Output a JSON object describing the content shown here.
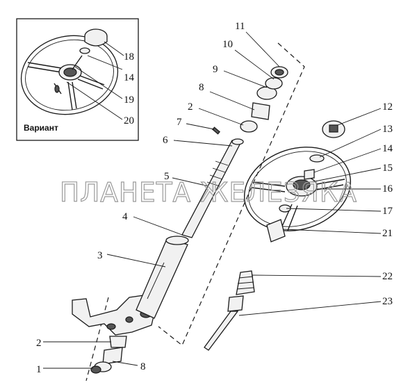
{
  "inset": {
    "label": "Вариант"
  },
  "watermark": "ПЛАНЕТА ЖЕЛЕЗЯКА",
  "callouts": [
    "1",
    "2",
    "2",
    "3",
    "4",
    "5",
    "6",
    "7",
    "8",
    "8",
    "9",
    "10",
    "11",
    "12",
    "13",
    "14",
    "14",
    "15",
    "16",
    "17",
    "18",
    "19",
    "20",
    "21",
    "22",
    "23"
  ]
}
